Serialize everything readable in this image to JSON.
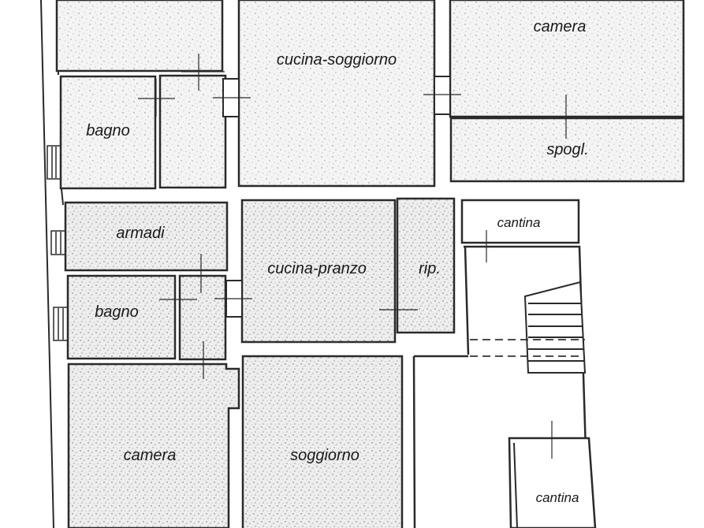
{
  "plan": {
    "type": "floor-plan",
    "colors": {
      "wall": "#2a2a2a",
      "fill": "#f3f3f3",
      "speckle": "#8a8a8a",
      "background": "#ffffff"
    }
  },
  "rooms": {
    "upper_left_top": {
      "label": ""
    },
    "bagno_upper": {
      "label": "bagno"
    },
    "corridor_upper": {
      "label": ""
    },
    "cucina_soggiorno": {
      "label": "cucina-soggiorno"
    },
    "camera_upper": {
      "label": "camera"
    },
    "spogl": {
      "label": "spogl."
    },
    "armadi": {
      "label": "armadi"
    },
    "bagno_lower": {
      "label": "bagno"
    },
    "corridor_lower": {
      "label": ""
    },
    "cucina_pranzo": {
      "label": "cucina-pranzo"
    },
    "rip": {
      "label": "rip."
    },
    "cantina_upper": {
      "label": "cantina"
    },
    "camera_lower": {
      "label": "camera"
    },
    "soggiorno": {
      "label": "soggiorno"
    },
    "cantina_lower": {
      "label": "cantina"
    }
  }
}
